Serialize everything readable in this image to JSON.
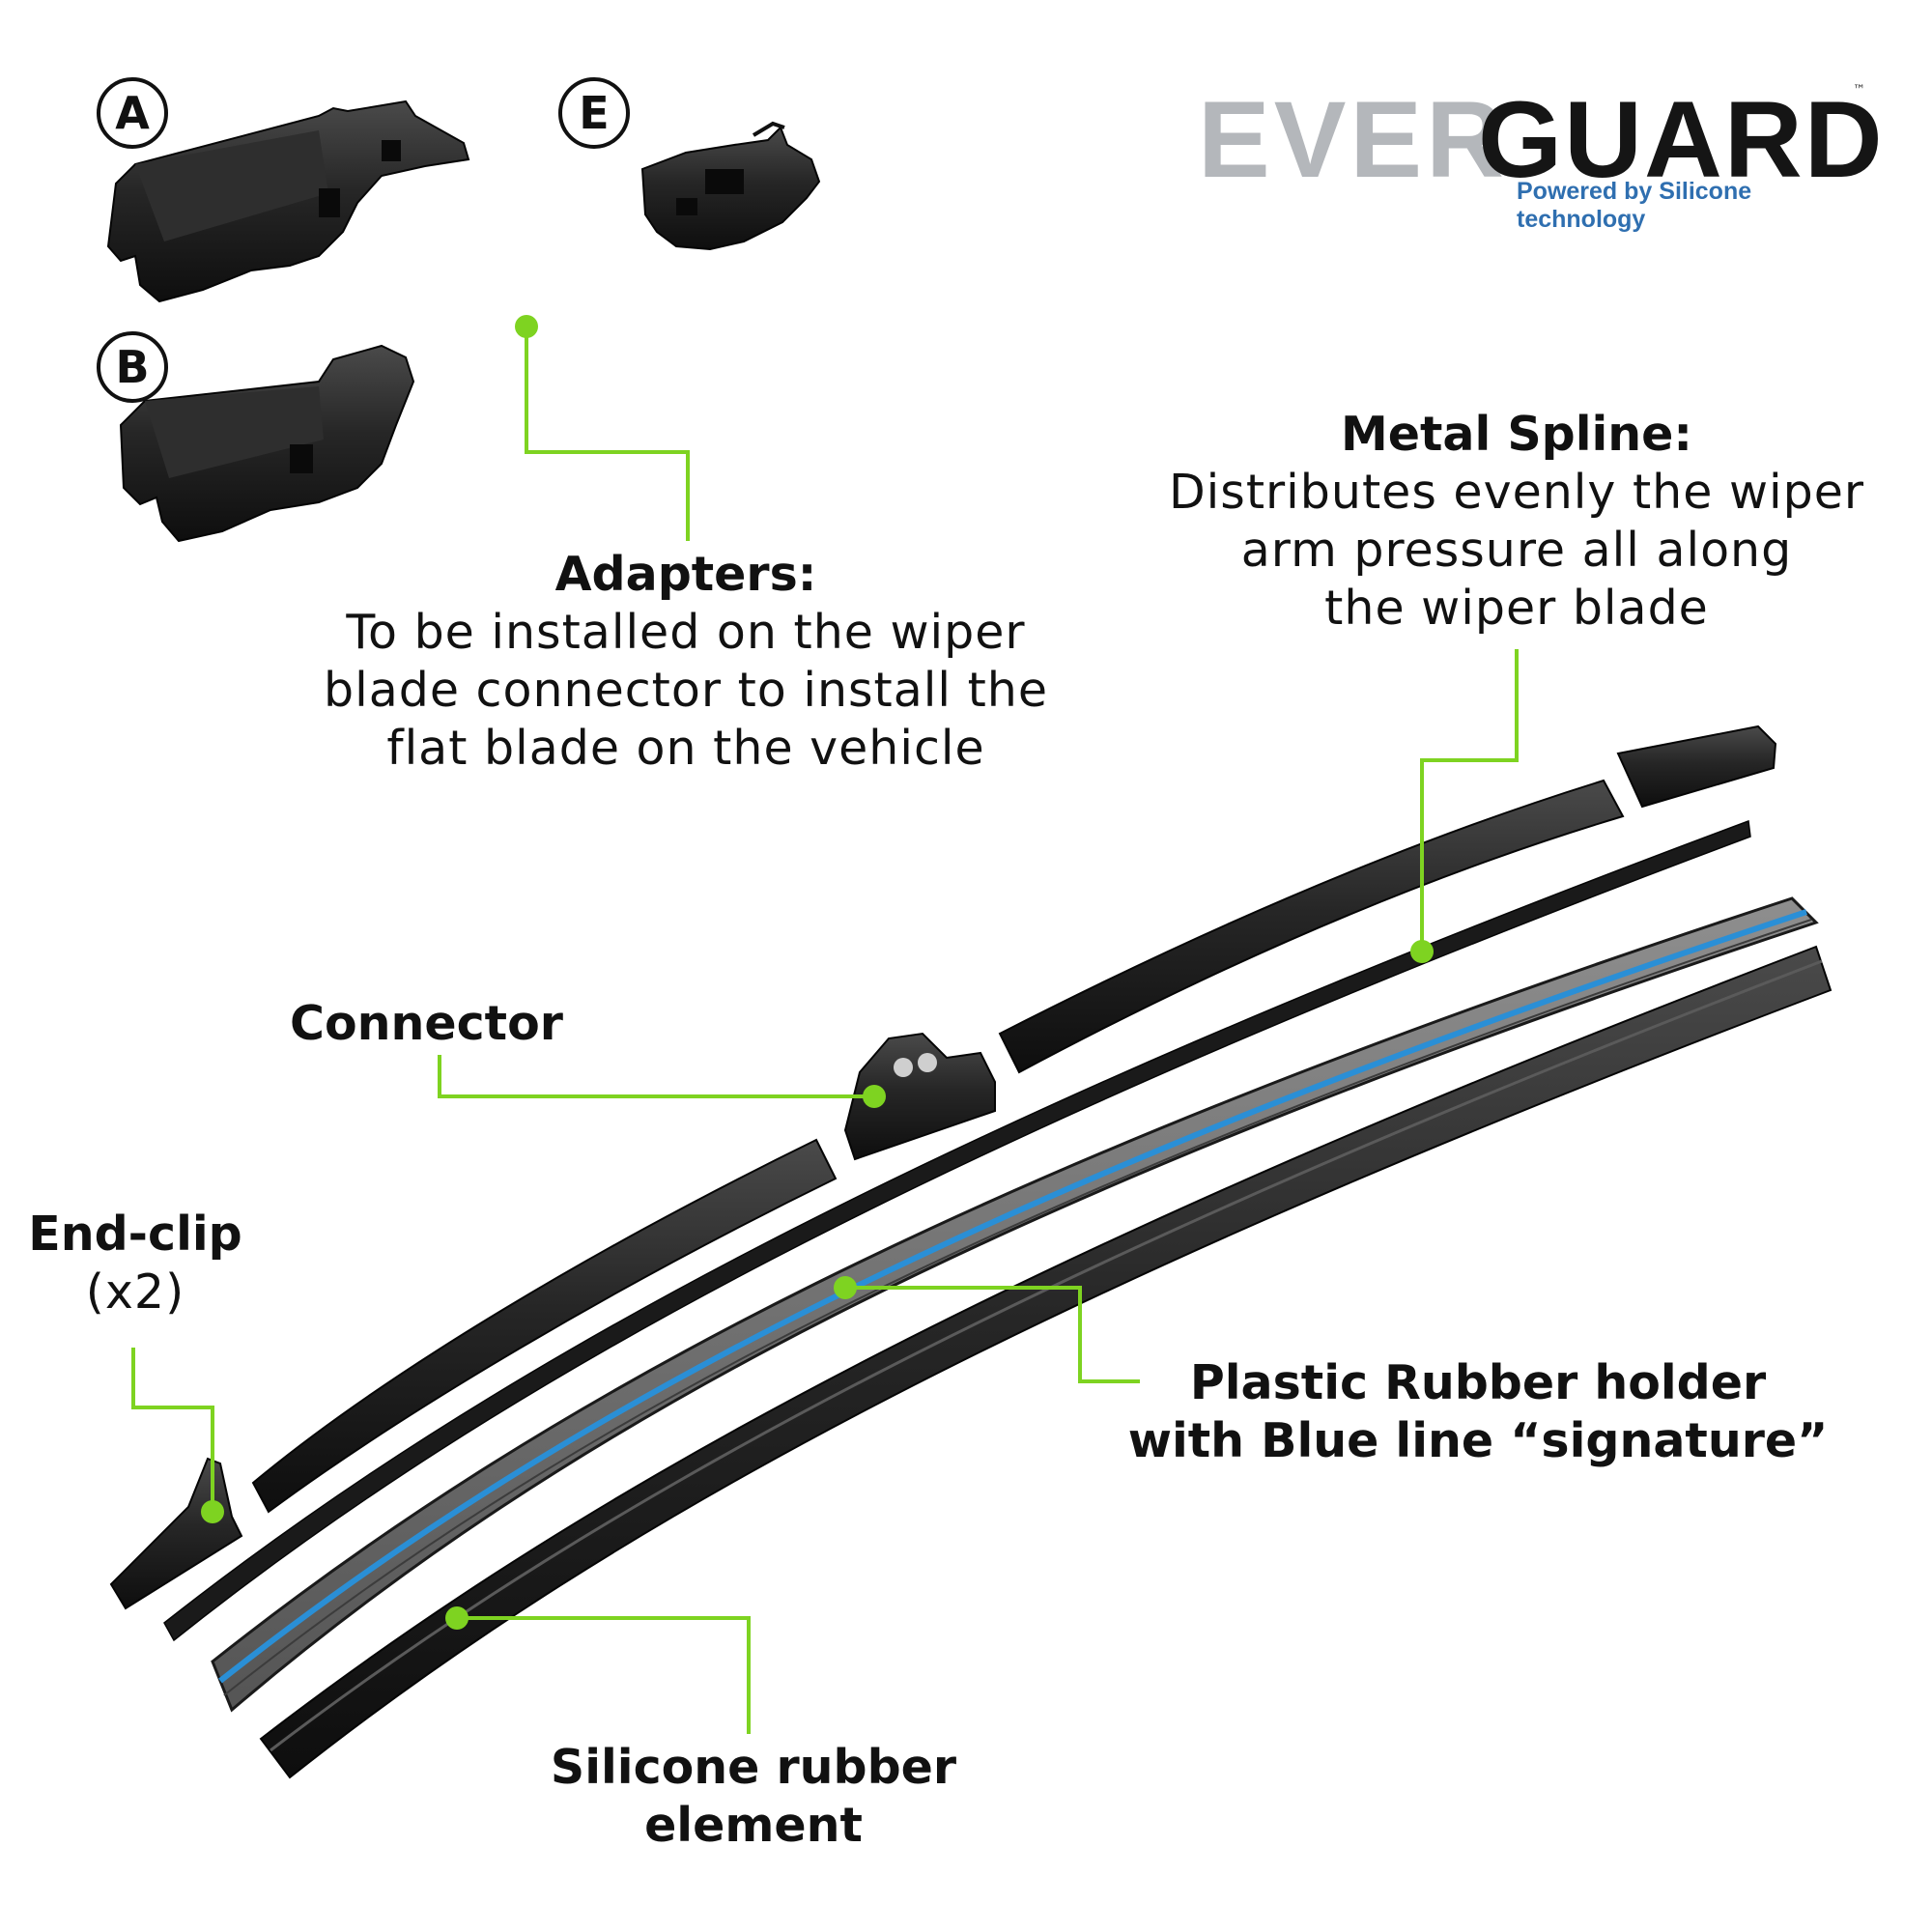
{
  "brand": {
    "name_part1": "EVER",
    "name_part2": "GUARD",
    "trademark": "™",
    "tagline": "Powered by Silicone technology"
  },
  "adapter_badges": [
    "A",
    "B",
    "E"
  ],
  "labels": {
    "adapters": {
      "title": "Adapters:",
      "description": "To be installed on the wiper\nblade connector to install the\nflat blade on the vehicle"
    },
    "metal_spline": {
      "title": "Metal Spline:",
      "description": "Distributes evenly the wiper\narm pressure all along\nthe wiper blade"
    },
    "connector": {
      "title": "Connector"
    },
    "end_clip": {
      "title": "End-clip",
      "qualifier": "(x2)"
    },
    "rubber_holder": {
      "title": "Plastic Rubber holder\nwith Blue line “signature”"
    },
    "silicone_element": {
      "title": "Silicone rubber\nelement"
    }
  },
  "colors": {
    "leader_line": "#7ed321",
    "part_dark": "#1c1c1c",
    "signature_blue": "#2a8fd6",
    "logo_grey": "#b4b7bb",
    "tagline_blue": "#2f6fb0"
  }
}
